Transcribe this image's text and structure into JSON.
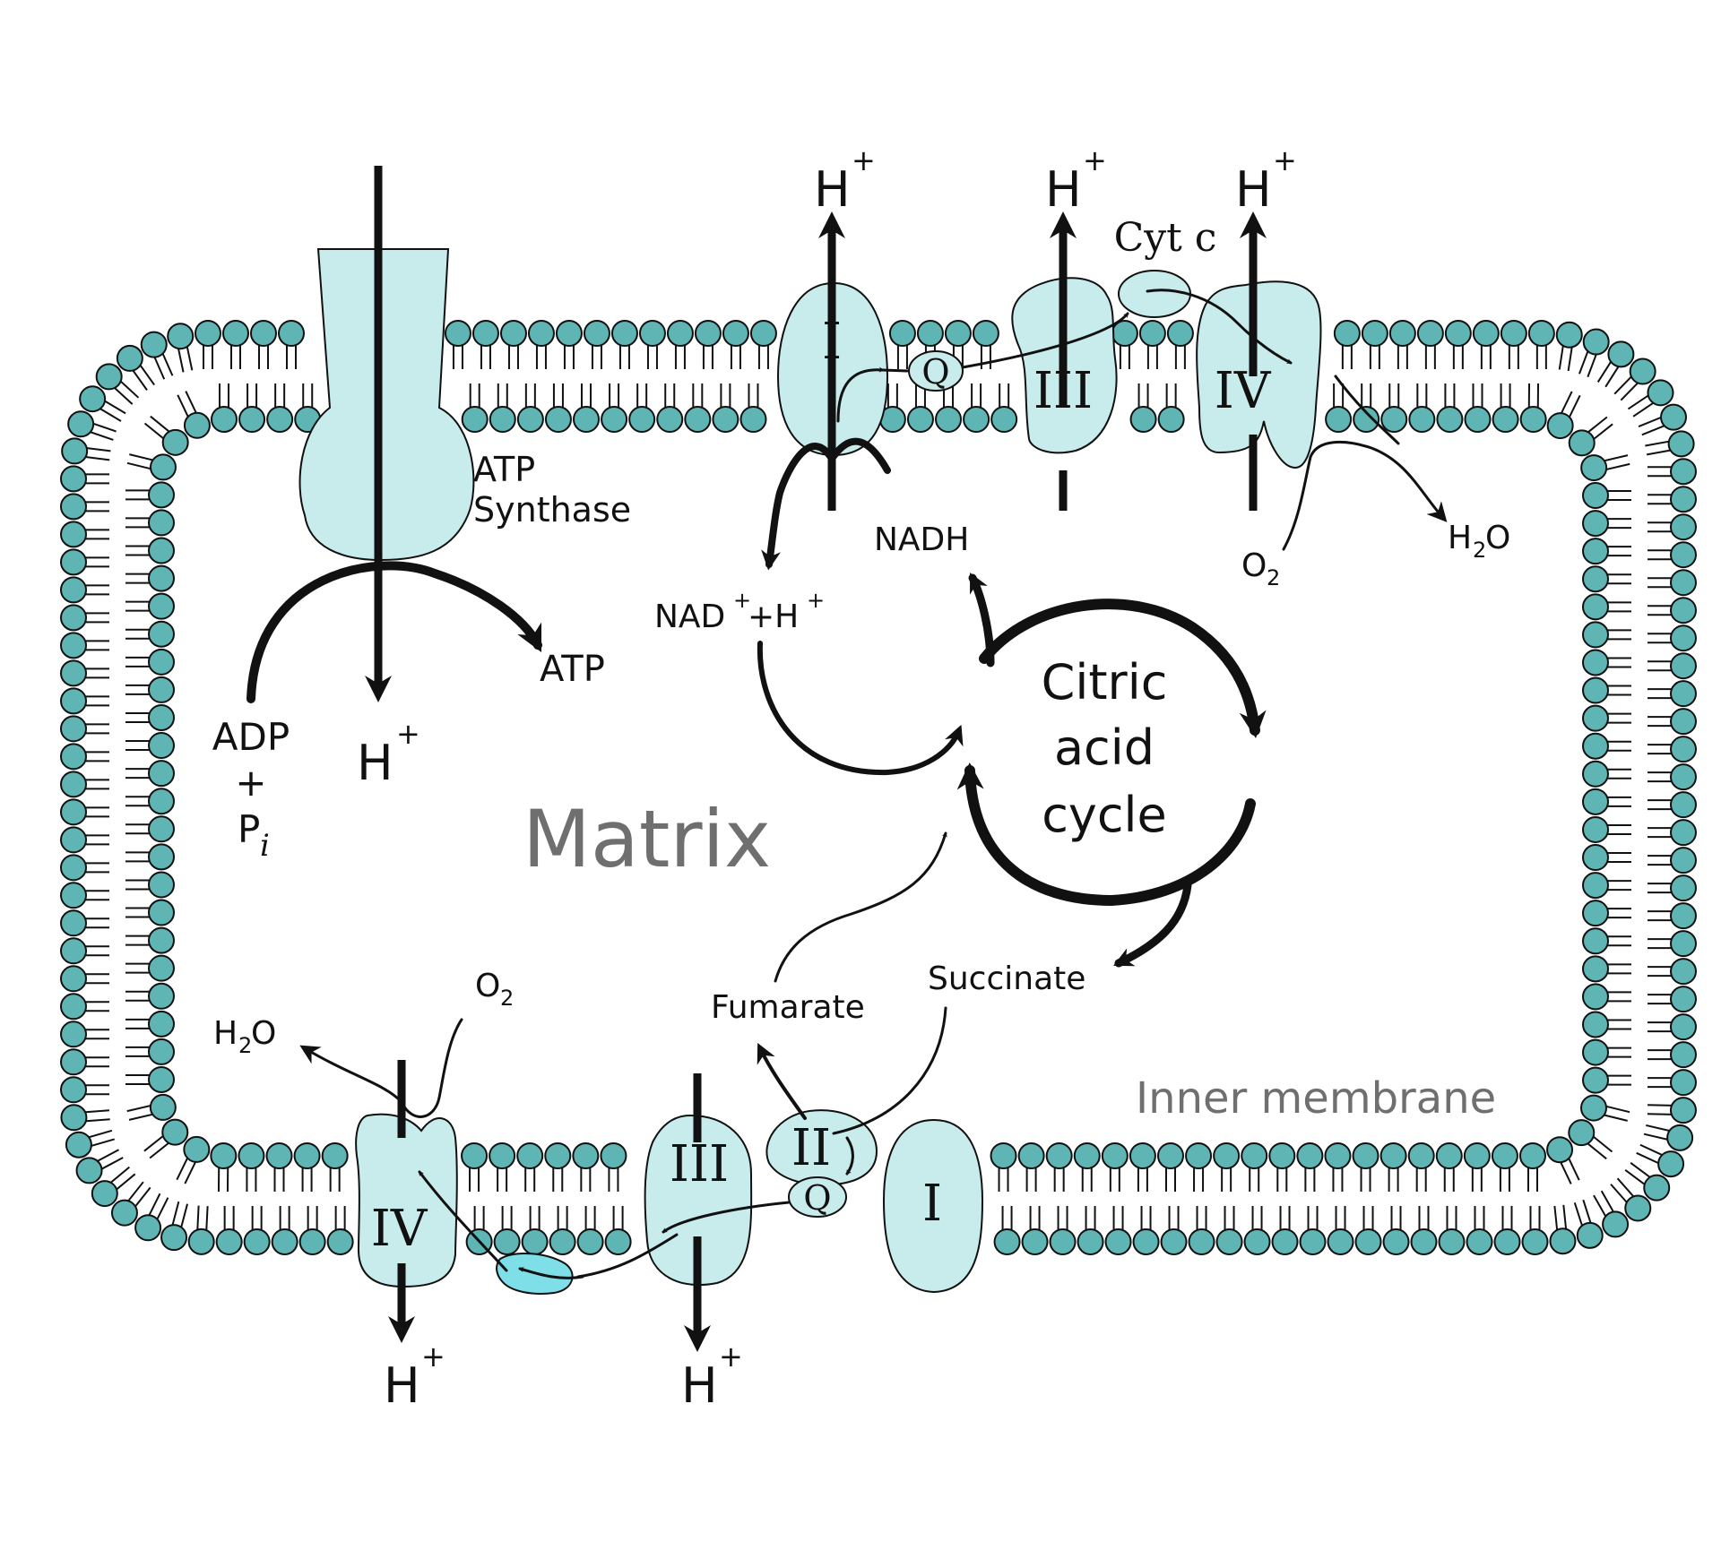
{
  "regions": {
    "matrix": "Matrix",
    "inner_membrane": "Inner membrane"
  },
  "cycle": {
    "line1": "Citric",
    "line2": "acid",
    "line3": "cycle"
  },
  "atp_synthase": {
    "name_line1": "ATP",
    "name_line2": "Synthase",
    "product": "ATP",
    "substrate_line1": "ADP",
    "substrate_plus": "+",
    "substrate_line2": "P",
    "substrate_sub": "i",
    "proton": "H",
    "proton_charge": "+"
  },
  "complexes": {
    "complex_i": "I",
    "complex_ii": "II",
    "complex_iii": "III",
    "complex_iv": "IV",
    "quinone": "Q",
    "cyt_c": "Cyt c"
  },
  "metabolites": {
    "nadh": "NADH",
    "nad_base": "NAD",
    "nad_charge": "+",
    "nad_plus": "+H",
    "nad_h_charge": "+",
    "fumarate": "Fumarate",
    "succinate": "Succinate",
    "water_h": "H",
    "water_sub": "2",
    "water_o": "O",
    "oxygen_o": "O",
    "oxygen_sub": "2"
  },
  "protons": {
    "symbol": "H",
    "charge": "+"
  },
  "colors": {
    "protein_fill": "#c8ebeb",
    "lipid_head": "#5fb4b4",
    "cyt_c_bottom": "#7fdfe8",
    "text": "#111111",
    "region_text": "#6f6f6f"
  }
}
